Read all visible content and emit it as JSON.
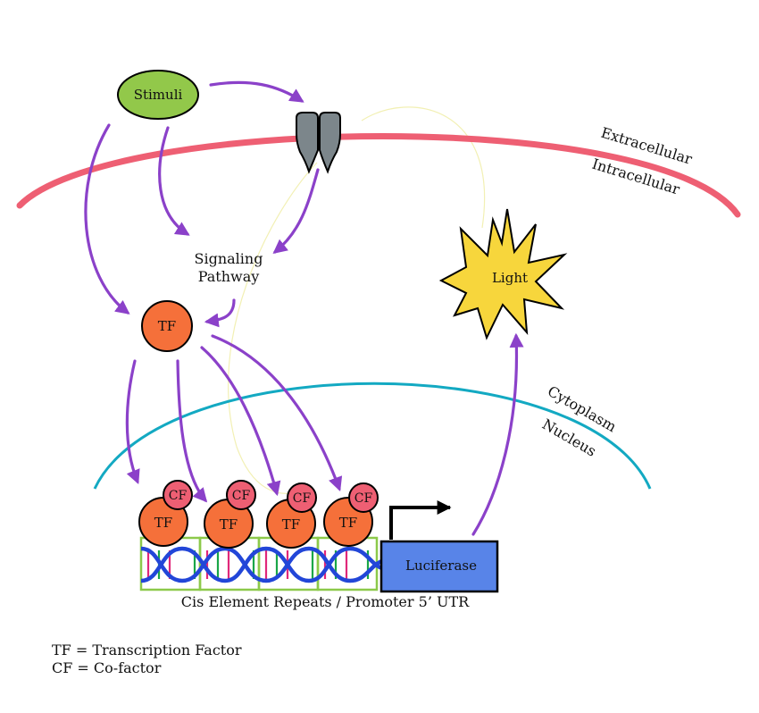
{
  "labels": {
    "stimuli": "Stimuli",
    "extracellular": "Extracellular",
    "intracellular": "Intracellular",
    "signaling_pathway_line1": "Signaling",
    "signaling_pathway_line2": "Pathway",
    "tf": "TF",
    "cf": "CF",
    "light": "Light",
    "cytoplasm": "Cytoplasm",
    "nucleus": "Nucleus",
    "luciferase": "Luciferase",
    "promoter_caption": "Cis Element Repeats / Promoter 5’ UTR"
  },
  "legend": {
    "line1": "TF = Transcription Factor",
    "line2": "CF = Co-factor"
  },
  "colors": {
    "stimuli_fill": "#92c84a",
    "membrane": "#ee5f73",
    "nuclear_envelope": "#13a9c2",
    "tf_fill": "#f5703a",
    "cf_fill": "#ee5f73",
    "arrow": "#8b41c9",
    "light_fill": "#f7d63c",
    "luciferase_fill": "#5884e8",
    "receptor_fill": "#7c868b",
    "cis_box": "#8cc94a",
    "dna_blue": "#2246d8"
  }
}
